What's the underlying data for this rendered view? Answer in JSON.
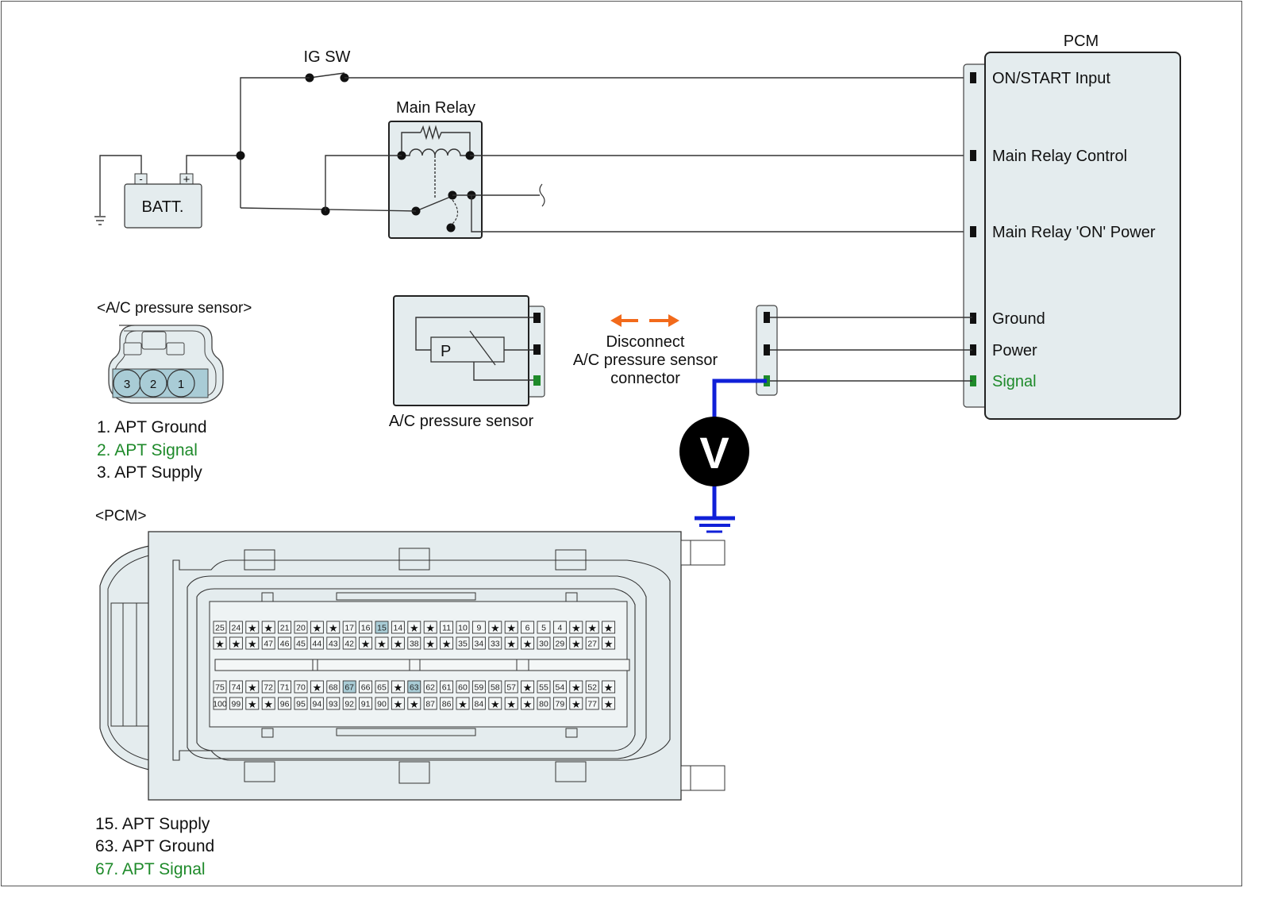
{
  "ignition_switch": {
    "label": "IG SW"
  },
  "battery": {
    "label": "BATT.",
    "neg": "-",
    "pos": "+"
  },
  "main_relay": {
    "label": "Main Relay"
  },
  "pcm_block": {
    "title": "PCM",
    "pins": [
      {
        "label": "ON/START Input",
        "color": "#111111"
      },
      {
        "label": "Main Relay Control",
        "color": "#111111"
      },
      {
        "label": "Main Relay 'ON' Power",
        "color": "#111111"
      },
      {
        "label": "Ground",
        "color": "#111111"
      },
      {
        "label": "Power",
        "color": "#111111"
      },
      {
        "label": "Signal",
        "color": "#1e8a2a"
      }
    ]
  },
  "sensor_connector": {
    "title": "<A/C pressure sensor>",
    "pins": [
      "3",
      "2",
      "1"
    ],
    "legend": [
      {
        "text": "1. APT Ground",
        "color": "#111111"
      },
      {
        "text": "2. APT Signal",
        "color": "#1e8a2a"
      },
      {
        "text": "3. APT Supply",
        "color": "#111111"
      }
    ]
  },
  "sensor": {
    "label": "A/C pressure sensor",
    "symbol": "P"
  },
  "instruction": {
    "lines": [
      "Disconnect",
      "A/C pressure sensor",
      "connector"
    ],
    "arrow_color": "#f26a1b"
  },
  "voltmeter": {
    "symbol": "V",
    "probe_color": "#1020d8"
  },
  "pcm_connector": {
    "title": "<PCM>",
    "rows": [
      [
        "25",
        "24",
        "*",
        "*",
        "21",
        "20",
        "*",
        "*",
        "17",
        "16",
        "15",
        "14",
        "*",
        "*",
        "11",
        "10",
        "9",
        "*",
        "*",
        "6",
        "5",
        "4",
        "*",
        "*",
        "*"
      ],
      [
        "*",
        "*",
        "*",
        "47",
        "46",
        "45",
        "44",
        "43",
        "42",
        "*",
        "*",
        "*",
        "38",
        "*",
        "*",
        "35",
        "34",
        "33",
        "*",
        "*",
        "30",
        "29",
        "*",
        "27",
        "*"
      ],
      [
        "75",
        "74",
        "*",
        "72",
        "71",
        "70",
        "*",
        "68",
        "67",
        "66",
        "65",
        "*",
        "63",
        "62",
        "61",
        "60",
        "59",
        "58",
        "57",
        "*",
        "55",
        "54",
        "*",
        "52",
        "*"
      ],
      [
        "100",
        "99",
        "*",
        "*",
        "96",
        "95",
        "94",
        "93",
        "92",
        "91",
        "90",
        "*",
        "*",
        "87",
        "86",
        "*",
        "84",
        "*",
        "*",
        "*",
        "80",
        "79",
        "*",
        "77",
        "*"
      ]
    ],
    "highlighted": [
      "15",
      "63",
      "67"
    ],
    "legend": [
      {
        "text": "15. APT Supply",
        "color": "#111111"
      },
      {
        "text": "63. APT Ground",
        "color": "#111111"
      },
      {
        "text": "67. APT Signal",
        "color": "#1e8a2a"
      }
    ]
  }
}
